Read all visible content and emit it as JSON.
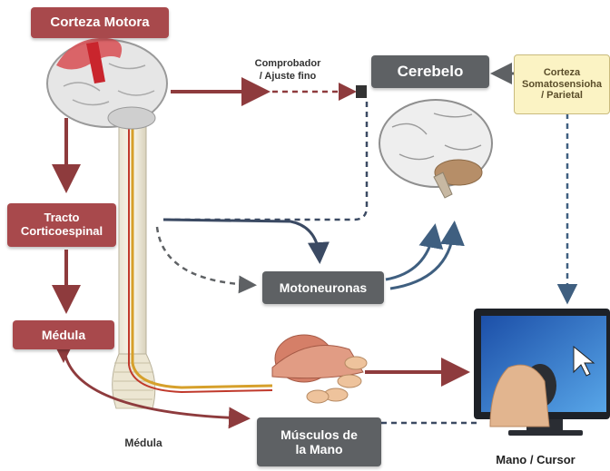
{
  "labels": {
    "corteza_motora": "Corteza Motora",
    "cerebelo": "Cerebelo",
    "corteza_somato_line1": "Corteza",
    "corteza_somato_line2": "Somatosensioha",
    "corteza_somato_line3": "/ Parietal",
    "comprobador_line1": "Comprobador",
    "comprobador_line2": "/ Ajuste fino",
    "tracto_line1": "Tracto",
    "tracto_line2": "Corticoespinal",
    "medula_box": "Médula",
    "motoneuronas": "Motoneuronas",
    "musculos_line1": "Músculos de",
    "musculos_line2": "la Mano",
    "medula_caption": "Médula",
    "mano_cursor": "Mano / Cursor"
  },
  "colors": {
    "red": "#a8494c",
    "gray": "#5e6164",
    "navy": "#3b4a63",
    "dark_red_arrow": "#8e3b3d"
  }
}
